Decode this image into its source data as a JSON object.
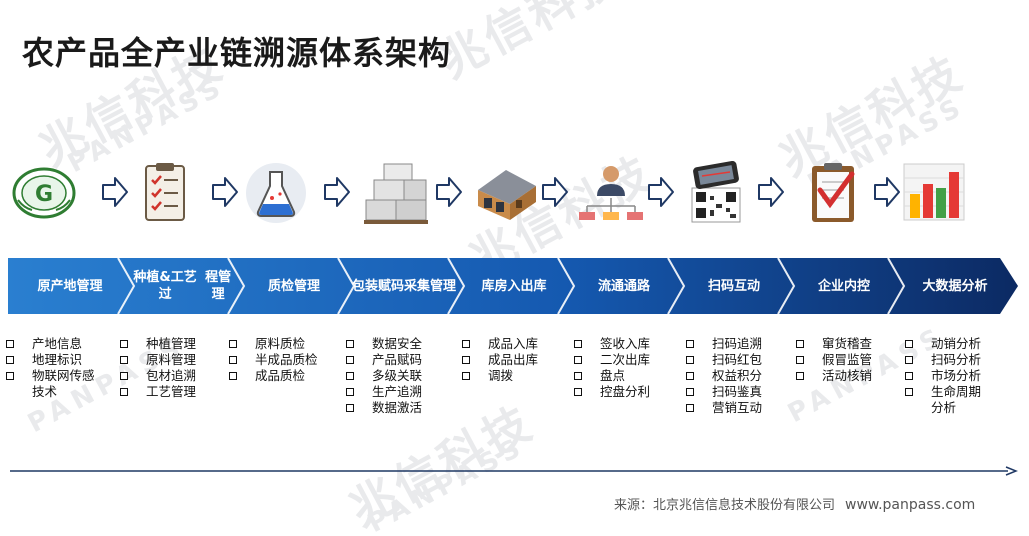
{
  "title": "农产品全产业链溯源体系架构",
  "watermarks": [
    {
      "cn": "兆信科技",
      "en": "PANPASS"
    }
  ],
  "icons": [
    {
      "name": "origin-logo-icon"
    },
    {
      "name": "checklist-icon"
    },
    {
      "name": "flask-icon"
    },
    {
      "name": "boxes-icon"
    },
    {
      "name": "warehouse-icon"
    },
    {
      "name": "distribution-network-icon"
    },
    {
      "name": "qr-scan-phone-icon"
    },
    {
      "name": "clipboard-check-icon"
    },
    {
      "name": "bar-chart-icon"
    }
  ],
  "stages": [
    {
      "label": "原产地管理",
      "items": [
        "产地信息",
        "地理标识",
        "物联网传感技术"
      ]
    },
    {
      "label": "种植&工艺过程管理",
      "items": [
        "种植管理",
        "原料管理",
        "包材追溯",
        "工艺管理"
      ]
    },
    {
      "label": "质检管理",
      "items": [
        "原料质检",
        "半成品质检",
        "成品质检"
      ]
    },
    {
      "label": "包装赋码采集管理",
      "items": [
        "数据安全",
        "产品赋码",
        "多级关联",
        "生产追溯",
        "数据激活"
      ]
    },
    {
      "label": "库房入出库",
      "items": [
        "成品入库",
        "成品出库",
        "调拨"
      ]
    },
    {
      "label": "流通通路",
      "items": [
        "签收入库",
        "二次出库",
        "盘点",
        "控盘分利"
      ]
    },
    {
      "label": "扫码互动",
      "items": [
        "扫码追溯",
        "扫码红包",
        "权益积分",
        "扫码鉴真",
        "营销互动"
      ]
    },
    {
      "label": "企业内控",
      "items": [
        "窜货稽查",
        "假冒监管",
        "活动核销"
      ]
    },
    {
      "label": "大数据分析",
      "items": [
        "动销分析",
        "扫码分析",
        "市场分析",
        "生命周期分析"
      ]
    }
  ],
  "stage_label_lines": [
    [
      "原产地管理"
    ],
    [
      "种植&工艺过",
      "程管理"
    ],
    [
      "质检管理"
    ],
    [
      "包装赋码采",
      "集管理"
    ],
    [
      "库房入出库"
    ],
    [
      "流通通路"
    ],
    [
      "扫码互动"
    ],
    [
      "企业内控"
    ],
    [
      "大数据分析"
    ]
  ],
  "item_lines": [
    [
      [
        "产地信息"
      ],
      [
        "地理标识"
      ],
      [
        "物联网传感",
        "技术"
      ]
    ],
    [
      [
        "种植管理"
      ],
      [
        "原料管理"
      ],
      [
        "包材追溯"
      ],
      [
        "工艺管理"
      ]
    ],
    [
      [
        "原料质检"
      ],
      [
        "半成品质检"
      ],
      [
        "成品质检"
      ]
    ],
    [
      [
        "数据安全"
      ],
      [
        "产品赋码"
      ],
      [
        "多级关联"
      ],
      [
        "生产追溯"
      ],
      [
        "数据激活"
      ]
    ],
    [
      [
        "成品入库"
      ],
      [
        "成品出库"
      ],
      [
        "调拨"
      ]
    ],
    [
      [
        "签收入库"
      ],
      [
        "二次出库"
      ],
      [
        "盘点"
      ],
      [
        "控盘分利"
      ]
    ],
    [
      [
        "扫码追溯"
      ],
      [
        "扫码红包"
      ],
      [
        "权益积分"
      ],
      [
        "扫码鉴真"
      ],
      [
        "营销互动"
      ]
    ],
    [
      [
        "窜货稽查"
      ],
      [
        "假冒监管"
      ],
      [
        "活动核销"
      ]
    ],
    [
      [
        "动销分析"
      ],
      [
        "扫码分析"
      ],
      [
        "市场分析"
      ],
      [
        "生命周期",
        "分析"
      ]
    ]
  ],
  "colors": {
    "band_start": "#2a7fd0",
    "band_end": "#0c2a63",
    "arrow_stroke": "#1f3864",
    "timeline": "#1f3864"
  },
  "footer": {
    "source": "来源：北京兆信信息技术股份有限公司",
    "url": "www.panpass.com"
  }
}
